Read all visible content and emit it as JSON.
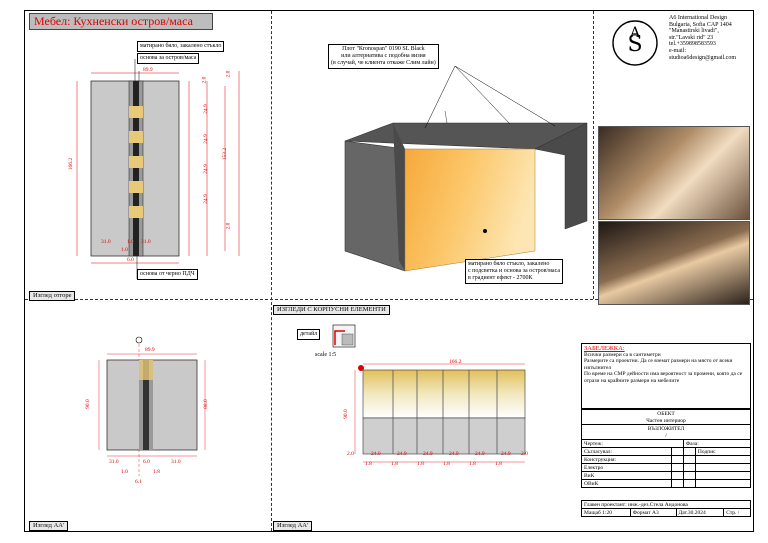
{
  "title": "Мебел: Кухненски остров/маса",
  "labels": {
    "mat_top": "матирано бяло, закалено стъкло",
    "base_top": "основа за остров/маса",
    "base_bottom": "основа от черно ПДЧ",
    "countertop_1": "Плот \"Кronospan\" 0190 SL Black",
    "countertop_2": "или алтернатива с подобна визия",
    "countertop_3": "(в случай, че клиента откаже Слим лайн)",
    "glass_1": "матирано бяло стъкло, закалено",
    "glass_2": "с подсветка и основа за остров/маса",
    "glass_3": "в градиент ефект - 2700К",
    "detail": "детайл",
    "scale": "scale 1:5"
  },
  "views": {
    "top": "Изглед отгоре",
    "section_group": "ИЗГЛЕДИ С КОРПУСНИ ЕЛЕМЕНТИ",
    "aa1": "Изглед АА'",
    "aa2": "Изглед АА'"
  },
  "dims": {
    "w899": "89.9",
    "w1662": "166.2",
    "h1662": "166.2",
    "h900": "90.0",
    "h880": "88.0",
    "d310": "31.0",
    "d10": "1.0",
    "d60": "6.0",
    "d20": "2.0",
    "d240": "24.0",
    "d249": "24.9",
    "d1532": "153.2",
    "d18": "1.8",
    "d11": "1.1",
    "d61": "6.1"
  },
  "company": {
    "name": "A6 International Design",
    "addr1": "Bulgaria, Sofia CAP 1404",
    "addr2": "\"Manastirski livadi\",",
    "addr3": "str.\"Lavski rid\" 23",
    "tel": "tel.+359898583593",
    "email_label": "e-mail:",
    "email": "studioa6design@gmail.com"
  },
  "notes": {
    "head": "ЗАБЕЛЕЖКА:",
    "n1": "Всички размери са в сантиметри",
    "n2": "Размерите са проектни. Да се вземат размери на място от всеки изпълнител",
    "n3": "По време на СМР дейности има вероятност за промени, която да се отрази на крайните размери на мебелите"
  },
  "titleblock": {
    "object": "ОБЕКТ",
    "object_val": "Частен интериор",
    "client": "ВЪЗЛОЖИТЕЛ",
    "client_val": "/",
    "drawing": "Чертеж:",
    "phase": "Фаза:",
    "drawn": "Съгласувал:",
    "sign": "Подпис",
    "construction": "Конструкция:",
    "electro": "Електро",
    "vik": "ВиК",
    "ovik": "ОВиК",
    "designer": "Главен проектант: инж.-дез.Стела Андонова",
    "scale": "Мащаб 1:20",
    "format": "Формат А3",
    "date": "Дат.30.2024",
    "page": "Стр. /"
  }
}
